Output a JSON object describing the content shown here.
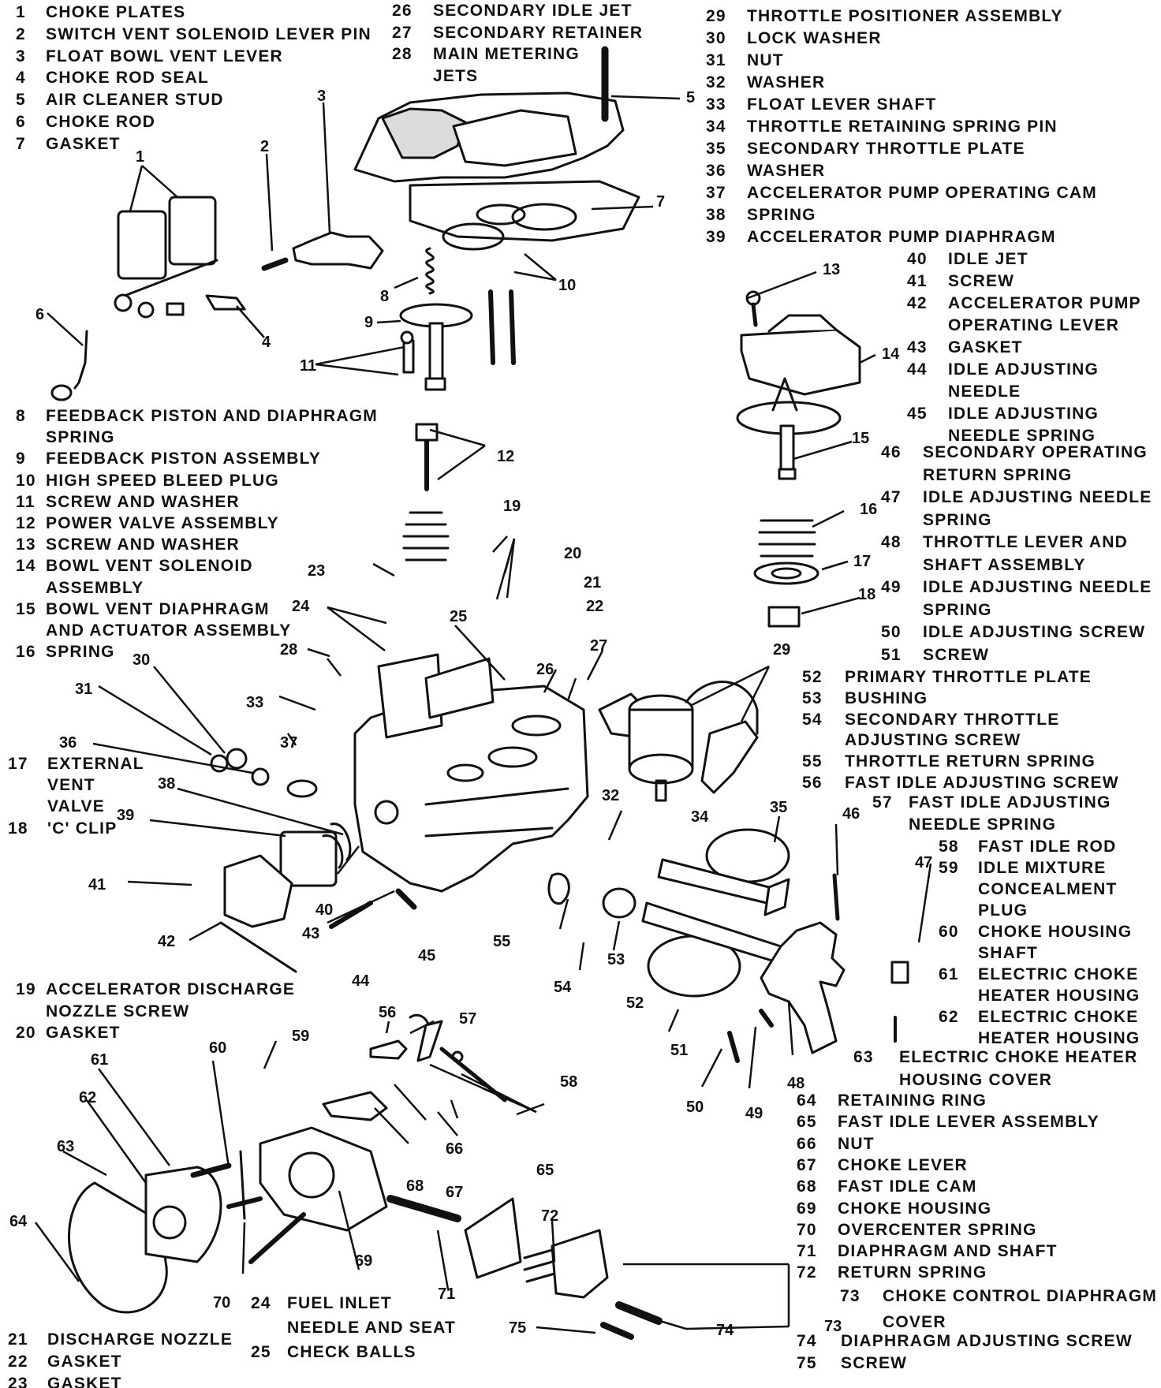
{
  "legend_groups": [
    {
      "id": "top-left",
      "items": [
        [
          "1",
          "CHOKE PLATES"
        ],
        [
          "2",
          "SWITCH VENT SOLENOID LEVER PIN"
        ],
        [
          "3",
          "FLOAT BOWL VENT LEVER"
        ],
        [
          "4",
          "CHOKE ROD SEAL"
        ],
        [
          "5",
          "AIR CLEANER STUD"
        ],
        [
          "6",
          "CHOKE ROD"
        ],
        [
          "7",
          "GASKET"
        ]
      ]
    },
    {
      "id": "top-middle",
      "items": [
        [
          "26",
          "SECONDARY IDLE JET"
        ],
        [
          "27",
          "SECONDARY RETAINER"
        ],
        [
          "28",
          "MAIN METERING"
        ],
        [
          "",
          "JETS"
        ]
      ]
    },
    {
      "id": "top-right",
      "items": [
        [
          "29",
          "THROTTLE POSITIONER ASSEMBLY"
        ],
        [
          "30",
          "LOCK WASHER"
        ],
        [
          "31",
          "NUT"
        ],
        [
          "32",
          "WASHER"
        ],
        [
          "33",
          "FLOAT LEVER SHAFT"
        ],
        [
          "34",
          "THROTTLE RETAINING SPRING PIN"
        ],
        [
          "35",
          "SECONDARY THROTTLE PLATE"
        ],
        [
          "36",
          "WASHER"
        ],
        [
          "37",
          "ACCELERATOR PUMP OPERATING CAM"
        ],
        [
          "38",
          "SPRING"
        ],
        [
          "39",
          "ACCELERATOR PUMP DIAPHRAGM"
        ]
      ]
    },
    {
      "id": "right-1",
      "items": [
        [
          "40",
          "IDLE JET"
        ],
        [
          "41",
          "SCREW"
        ],
        [
          "42",
          "ACCELERATOR PUMP"
        ],
        [
          "",
          "OPERATING LEVER"
        ],
        [
          "43",
          "GASKET"
        ],
        [
          "44",
          "IDLE ADJUSTING"
        ],
        [
          "",
          "NEEDLE"
        ],
        [
          "45",
          "IDLE ADJUSTING"
        ],
        [
          "",
          "NEEDLE SPRING"
        ]
      ]
    },
    {
      "id": "right-2",
      "items": [
        [
          "46",
          "SECONDARY OPERATING"
        ],
        [
          "",
          "RETURN SPRING"
        ],
        [
          "47",
          "IDLE ADJUSTING NEEDLE"
        ],
        [
          "",
          "SPRING"
        ],
        [
          "48",
          "THROTTLE LEVER AND"
        ],
        [
          "",
          "SHAFT ASSEMBLY"
        ],
        [
          "49",
          "IDLE ADJUSTING NEEDLE"
        ],
        [
          "",
          "SPRING"
        ],
        [
          "50",
          "IDLE ADJUSTING SCREW"
        ],
        [
          "51",
          "SCREW"
        ]
      ]
    },
    {
      "id": "right-3",
      "items": [
        [
          "52",
          "PRIMARY THROTTLE PLATE"
        ],
        [
          "53",
          "BUSHING"
        ],
        [
          "54",
          "SECONDARY THROTTLE"
        ],
        [
          "",
          "ADJUSTING SCREW"
        ],
        [
          "55",
          "THROTTLE RETURN SPRING"
        ],
        [
          "56",
          "FAST IDLE ADJUSTING SCREW"
        ]
      ]
    },
    {
      "id": "right-4",
      "items": [
        [
          "57",
          "FAST IDLE ADJUSTING"
        ],
        [
          "",
          "NEEDLE SPRING"
        ]
      ]
    },
    {
      "id": "right-5",
      "items": [
        [
          "58",
          "FAST IDLE ROD"
        ],
        [
          "59",
          "IDLE MIXTURE"
        ],
        [
          "",
          "CONCEALMENT"
        ],
        [
          "",
          "PLUG"
        ],
        [
          "60",
          "CHOKE HOUSING"
        ],
        [
          "",
          "SHAFT"
        ],
        [
          "61",
          "ELECTRIC CHOKE"
        ],
        [
          "",
          "HEATER HOUSING"
        ],
        [
          "62",
          "ELECTRIC CHOKE"
        ],
        [
          "",
          "HEATER HOUSING"
        ]
      ]
    },
    {
      "id": "right-6",
      "items": [
        [
          "63",
          "ELECTRIC CHOKE HEATER"
        ],
        [
          "",
          "HOUSING COVER"
        ]
      ]
    },
    {
      "id": "right-7",
      "items": [
        [
          "64",
          "RETAINING RING"
        ],
        [
          "65",
          "FAST IDLE LEVER ASSEMBLY"
        ],
        [
          "66",
          "NUT"
        ],
        [
          "67",
          "CHOKE LEVER"
        ],
        [
          "68",
          "FAST IDLE CAM"
        ],
        [
          "69",
          "CHOKE HOUSING"
        ],
        [
          "70",
          "OVERCENTER SPRING"
        ],
        [
          "71",
          "DIAPHRAGM AND SHAFT"
        ],
        [
          "72",
          "RETURN SPRING"
        ]
      ]
    },
    {
      "id": "right-8",
      "items": [
        [
          "73",
          "CHOKE CONTROL DIAPHRAGM"
        ],
        [
          "",
          "COVER"
        ]
      ]
    },
    {
      "id": "right-9",
      "items": [
        [
          "74",
          "DIAPHRAGM ADJUSTING SCREW"
        ],
        [
          "75",
          "SCREW"
        ]
      ]
    },
    {
      "id": "left-middle",
      "items": [
        [
          "8",
          "FEEDBACK PISTON AND DIAPHRAGM"
        ],
        [
          "",
          "SPRING"
        ],
        [
          "9",
          "FEEDBACK PISTON ASSEMBLY"
        ],
        [
          "10",
          "HIGH SPEED BLEED PLUG"
        ],
        [
          "11",
          "SCREW AND WASHER"
        ],
        [
          "12",
          "POWER VALVE ASSEMBLY"
        ],
        [
          "13",
          "SCREW AND WASHER"
        ],
        [
          "14",
          "BOWL VENT SOLENOID"
        ],
        [
          "",
          "ASSEMBLY"
        ],
        [
          "15",
          "BOWL VENT DIAPHRAGM"
        ],
        [
          "",
          "AND ACTUATOR ASSEMBLY"
        ],
        [
          "16",
          "SPRING"
        ]
      ]
    },
    {
      "id": "left-17",
      "items": [
        [
          "17",
          "EXTERNAL"
        ],
        [
          "",
          "VENT"
        ],
        [
          "",
          "VALVE"
        ],
        [
          "18",
          "'C' CLIP"
        ]
      ]
    },
    {
      "id": "left-lower",
      "items": [
        [
          "19",
          "ACCELERATOR DISCHARGE"
        ],
        [
          "",
          "NOZZLE SCREW"
        ],
        [
          "20",
          "GASKET"
        ]
      ]
    },
    {
      "id": "bottom-left",
      "items": [
        [
          "21",
          "DISCHARGE NOZZLE"
        ],
        [
          "22",
          "GASKET"
        ],
        [
          "23",
          "GASKET"
        ]
      ]
    },
    {
      "id": "bottom-middle",
      "items": [
        [
          "24",
          "FUEL INLET"
        ],
        [
          "",
          "NEEDLE AND SEAT"
        ],
        [
          "25",
          "CHECK BALLS"
        ]
      ]
    }
  ],
  "callouts": [
    "1",
    "2",
    "3",
    "4",
    "5",
    "6",
    "7",
    "8",
    "9",
    "10",
    "11",
    "12",
    "13",
    "14",
    "15",
    "16",
    "17",
    "18",
    "19",
    "20",
    "21",
    "22",
    "23",
    "24",
    "25",
    "26",
    "27",
    "28",
    "29",
    "30",
    "31",
    "32",
    "33",
    "34",
    "35",
    "36",
    "37",
    "38",
    "39",
    "40",
    "41",
    "42",
    "43",
    "44",
    "45",
    "46",
    "47",
    "48",
    "49",
    "50",
    "51",
    "52",
    "53",
    "54",
    "55",
    "56",
    "57",
    "58",
    "59",
    "60",
    "61",
    "62",
    "63",
    "64",
    "65",
    "66",
    "67",
    "68",
    "69",
    "70",
    "71",
    "72",
    "73",
    "74",
    "75"
  ],
  "colors": {
    "ink": "#111111",
    "paper": "#ffffff",
    "shade": "#dcdcdc"
  }
}
